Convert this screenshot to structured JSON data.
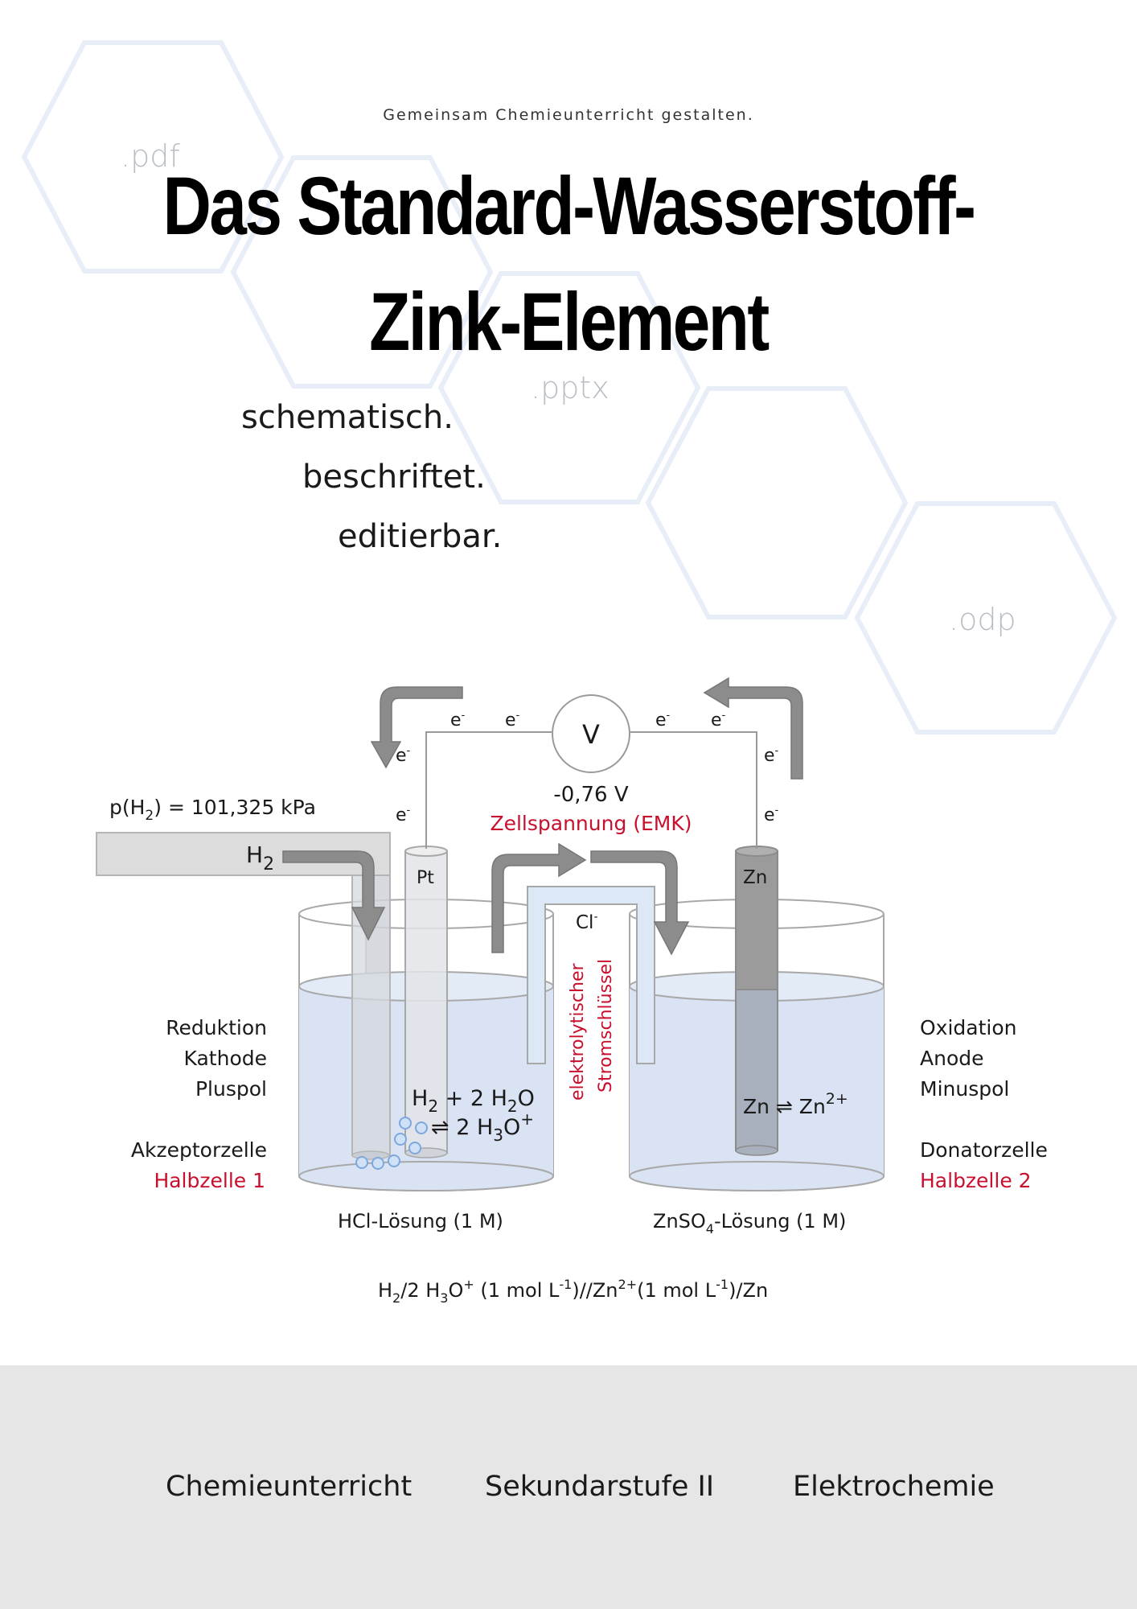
{
  "header": {
    "tagline": "Gemeinsam Chemieunterricht gestalten.",
    "title_line1": "Das Standard-Wasserstoff-",
    "title_line2": "Zink-Element"
  },
  "formats": {
    "pdf": ".pdf",
    "pptx": ".pptx",
    "odp": ".odp"
  },
  "features": [
    "schematisch.",
    "beschriftet.",
    "editierbar."
  ],
  "diagram": {
    "electron": "e",
    "electron_charge": "-",
    "voltmeter": "V",
    "voltage": "-0,76 V",
    "voltage_caption": "Zellspannung (EMK)",
    "pressure_prefix": "p(H",
    "pressure_sub": "2",
    "pressure_suffix": ") = 101,325 kPa",
    "h2_main": "H",
    "h2_sub": "2",
    "electrode_left": "Pt",
    "electrode_right": "Zn",
    "chloride": "Cl",
    "chloride_charge": "-",
    "salt_bridge_line1": "elektrolytischer",
    "salt_bridge_line2": "Stromschlüssel",
    "left_labels": [
      "Reduktion",
      "Kathode",
      "Pluspol"
    ],
    "left_cell": "Akzeptorzelle",
    "left_half": "Halbzelle 1",
    "right_labels": [
      "Oxidation",
      "Anode",
      "Minuspol"
    ],
    "right_cell": "Donatorzelle",
    "right_half": "Halbzelle 2",
    "eq_left_r1_a": "H",
    "eq_left_r1_a_sub": "2",
    "eq_left_r1_b": " + 2 H",
    "eq_left_r1_b_sub": "2",
    "eq_left_r1_c": "O",
    "eq_left_r2_a": "⇌ 2 H",
    "eq_left_r2_a_sub": "3",
    "eq_left_r2_b": "O",
    "eq_left_r2_sup": "+",
    "eq_right_a": "Zn ⇌ Zn",
    "eq_right_sup": "2+",
    "solution_left": "HCl-Lösung (1 M)",
    "solution_right_a": "ZnSO",
    "solution_right_sub": "4",
    "solution_right_b": "-Lösung (1 M)",
    "cell_notation": {
      "p1": "H",
      "s1": "2",
      "p2": "/2 H",
      "s2": "3",
      "p3": "O",
      "u1": "+",
      "p4": " (1 mol L",
      "u2": "-1",
      "p5": ")//Zn",
      "u3": "2+",
      "p6": "(1 mol L",
      "u4": "-1",
      "p7": ")/Zn"
    }
  },
  "footer": {
    "keywords": [
      "Chemieunterricht",
      "Sekundarstufe II",
      "Elektrochemie"
    ]
  },
  "colors": {
    "accent_red": "#c8102e",
    "hexagon": "#e8eef7",
    "solution": "#d9e3f3",
    "arrow": "#8c8c8c"
  }
}
